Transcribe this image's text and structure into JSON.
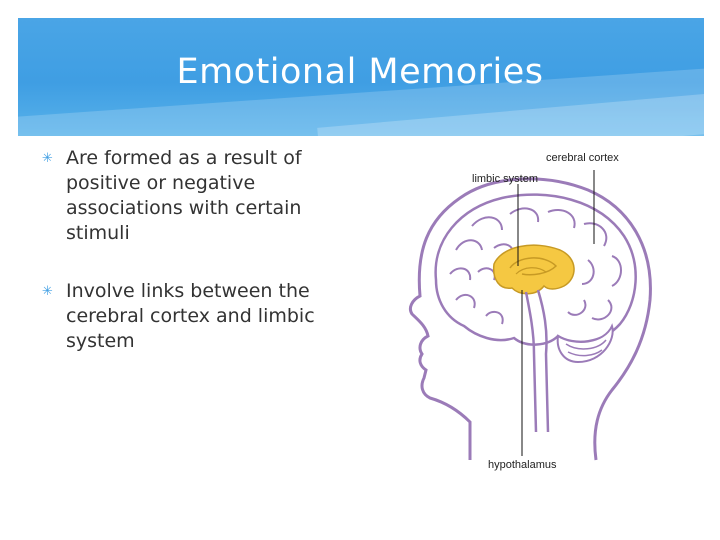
{
  "slide": {
    "title": "Emotional Memories",
    "bullets": [
      {
        "text": "Are formed as a result of positive or negative associations with certain stimuli"
      },
      {
        "text": "Involve links between the cerebral cortex and limbic system"
      }
    ]
  },
  "figure": {
    "labels": {
      "cerebral_cortex": "cerebral cortex",
      "limbic_system": "limbic system",
      "hypothalamus": "hypothalamus"
    }
  },
  "colors": {
    "title_band": "#3f9ee3",
    "title_text": "#ffffff",
    "bullet_mark": "#3f9ee3",
    "outline": "#9b7bb8",
    "limbic_fill": "#f5c842"
  }
}
